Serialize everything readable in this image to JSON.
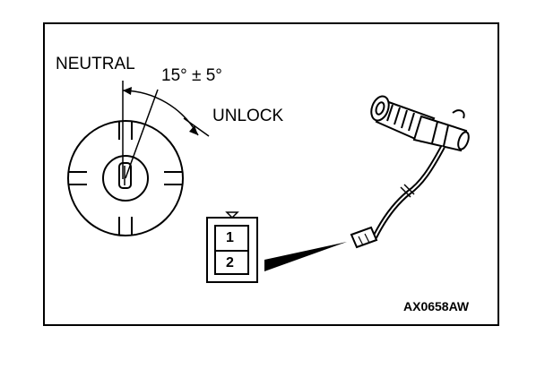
{
  "labels": {
    "neutral": "NEUTRAL",
    "angle": "15° ± 5°",
    "unlock": "UNLOCK",
    "figure_code": "AX0658AW"
  },
  "connector": {
    "pins": [
      "1",
      "2"
    ]
  },
  "colors": {
    "ink": "#000000",
    "paper": "#ffffff"
  }
}
